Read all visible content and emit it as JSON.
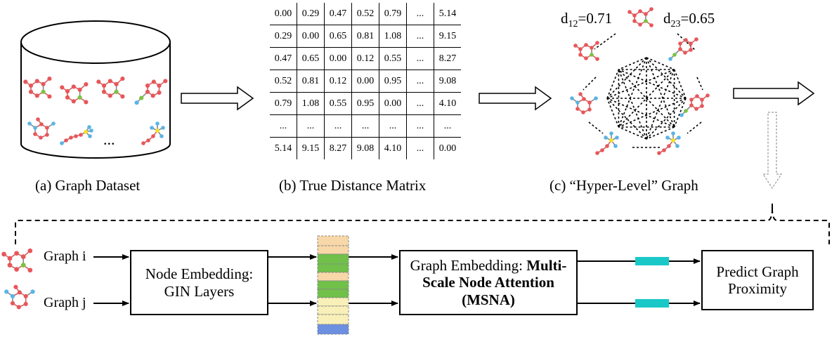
{
  "captions": {
    "a": "(a) Graph Dataset",
    "b": "(b) True Distance Matrix",
    "c": "(c) “Hyper-Level” Graph"
  },
  "matrix": {
    "rows": [
      [
        "0.00",
        "0.29",
        "0.47",
        "0.52",
        "0.79",
        "...",
        "5.14"
      ],
      [
        "0.29",
        "0.00",
        "0.65",
        "0.81",
        "1.08",
        "...",
        "9.15"
      ],
      [
        "0.47",
        "0.65",
        "0.00",
        "0.12",
        "0.55",
        "...",
        "8.27"
      ],
      [
        "0.52",
        "0.81",
        "0.12",
        "0.00",
        "0.95",
        "...",
        "9.08"
      ],
      [
        "0.79",
        "1.08",
        "0.55",
        "0.95",
        "0.00",
        "...",
        "4.10"
      ],
      [
        "...",
        "...",
        "...",
        "...",
        "...",
        "...",
        "..."
      ],
      [
        "5.14",
        "9.15",
        "8.27",
        "9.08",
        "4.10",
        "...",
        "0.00"
      ]
    ]
  },
  "hyper_graph": {
    "d12_label": "d",
    "d12_sub": "12",
    "d12_value": "=0.71",
    "d23_label": "d",
    "d23_sub": "23",
    "d23_value": "=0.65"
  },
  "dataset": {
    "ellipsis": "..."
  },
  "pipeline": {
    "graph_i": "Graph i",
    "graph_j": "Graph j",
    "node_embedding": "Node Embedding: GIN Layers",
    "graph_embedding_prefix": "Graph Embedding: ",
    "graph_embedding_bold": "Multi-Scale Node Attention (MSNA)",
    "predict": "Predict Graph Proximity"
  },
  "colors": {
    "atom_red": "#e8565a",
    "atom_green": "#7cc242",
    "atom_blue": "#5ab4e6",
    "atom_yellow": "#f2e21e",
    "stack_orange": "#f8d7a8",
    "stack_green": "#70c04a",
    "stack_yellow": "#f8f0b8",
    "stack_blue": "#6c8fe0",
    "vector_cyan": "#1ac8c8"
  }
}
